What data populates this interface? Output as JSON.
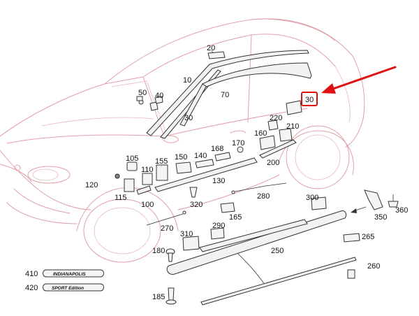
{
  "callouts": {
    "p10": "10",
    "p20": "20",
    "p30": "30",
    "p40": "40",
    "p50": "50",
    "p70": "70",
    "p100": "100",
    "p105": "105",
    "p110": "110",
    "p115": "115",
    "p120": "120",
    "p130": "130",
    "p140": "140",
    "p150": "150",
    "p155": "155",
    "p160": "160",
    "p165": "165",
    "p168": "168",
    "p170": "170",
    "p180": "180",
    "p185": "185",
    "p200": "200",
    "p210": "210",
    "p220": "220",
    "p250": "250",
    "p260": "260",
    "p265": "265",
    "p270": "270",
    "p280": "280",
    "p290": "290",
    "p300": "300",
    "p310": "310",
    "p320": "320",
    "p350": "350",
    "p360": "360",
    "p410": "410",
    "p420": "420"
  },
  "highlight": {
    "label": "30"
  },
  "badges": {
    "indianapolis": "INDIANAPOLIS",
    "sport": "SPORT Edition"
  },
  "colors": {
    "highlight": "#e01010",
    "car_outline": "#e0a0a8"
  }
}
